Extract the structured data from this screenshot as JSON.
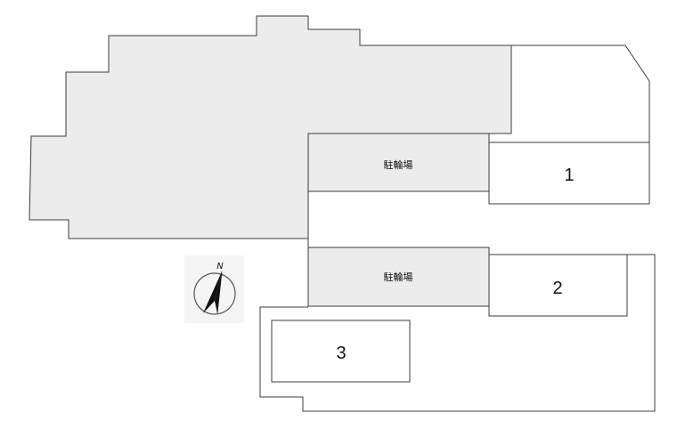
{
  "bike_parking": [
    {
      "label": "駐輪場"
    },
    {
      "label": "駐輪場"
    }
  ],
  "parking_spaces": [
    {
      "number": "1"
    },
    {
      "number": "2"
    },
    {
      "number": "3"
    }
  ],
  "compass": {
    "north_label": "N",
    "icon": "north-arrow-icon"
  },
  "colors": {
    "building_fill": "#ececec",
    "line": "#3c3c3c"
  }
}
